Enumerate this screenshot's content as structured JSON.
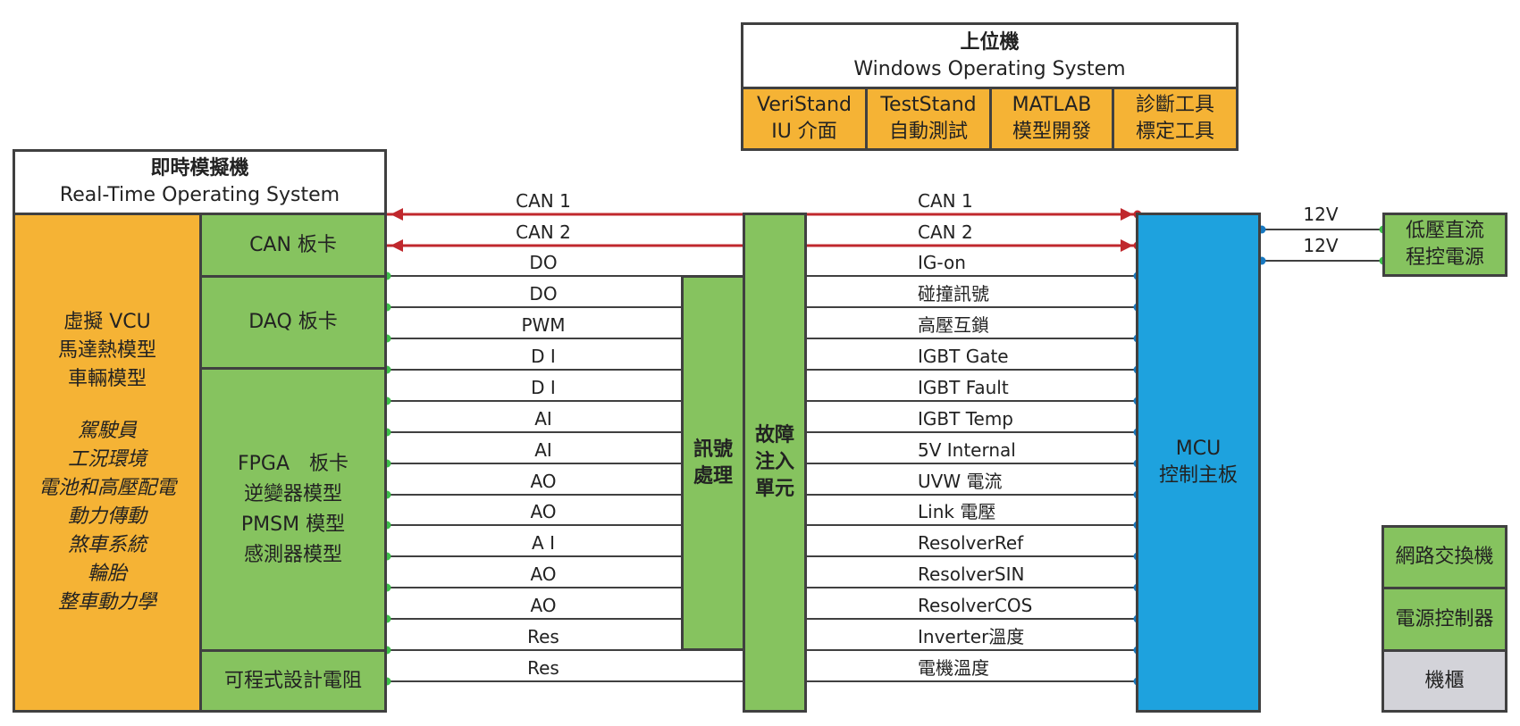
{
  "host": {
    "title": "上位機",
    "subtitle": "Windows Operating System",
    "tools": [
      {
        "line1": "VeriStand",
        "line2": "IU 介面"
      },
      {
        "line1": "TestStand",
        "line2": "自動測試"
      },
      {
        "line1": "MATLAB",
        "line2": "模型開發"
      },
      {
        "line1": "診斷工具",
        "line2": "標定工具"
      }
    ]
  },
  "rt": {
    "title": "即時模擬機",
    "subtitle": "Real-Time Operating System",
    "models_upright": [
      "虛擬 VCU",
      "馬達熱模型",
      "車輛模型"
    ],
    "models_italic": [
      "駕駛員",
      "工況環境",
      "電池和高壓配電",
      "動力傳動",
      "煞車系統",
      "輪胎",
      "整車動力學"
    ],
    "can_card": "CAN 板卡",
    "daq_card": "DAQ 板卡",
    "fpga_card": [
      "FPGA　板卡",
      "逆變器模型",
      "PMSM 模型",
      "感測器模型"
    ],
    "resistor_card": "可程式設計電阻"
  },
  "signal_proc": [
    "訊號",
    "處理"
  ],
  "fault_unit": [
    "故障",
    "注入",
    "單元"
  ],
  "mcu": [
    "MCU",
    "控制主板"
  ],
  "power_supply": [
    "低壓直流",
    "程控電源"
  ],
  "supply_labels": [
    "12V",
    "12V"
  ],
  "cabinet": [
    "網路交換機",
    "電源控制器",
    "機櫃"
  ],
  "left_signals": [
    "CAN 1",
    "CAN 2",
    "DO",
    "DO",
    "PWM",
    "D I",
    "D I",
    "AI",
    "AI",
    "AO",
    "AO",
    "A I",
    "AO",
    "AO",
    "Res",
    "Res"
  ],
  "right_signals": [
    "CAN 1",
    "CAN 2",
    "IG-on",
    "碰撞訊號",
    "高壓互鎖",
    "IGBT Gate",
    "IGBT Fault",
    "IGBT Temp",
    "5V Internal",
    "UVW 電流",
    "Link 電壓",
    "ResolverRef",
    "ResolverSIN",
    "ResolverCOS",
    "Inverter溫度",
    "電機溫度"
  ],
  "colors": {
    "orange": "#F5B335",
    "green": "#86C35F",
    "blue": "#1EA2DE",
    "can_line": "#C0282D",
    "port_green": "#3DBE4A",
    "port_blue": "#1778C0",
    "gray": "#D3D3D9"
  }
}
